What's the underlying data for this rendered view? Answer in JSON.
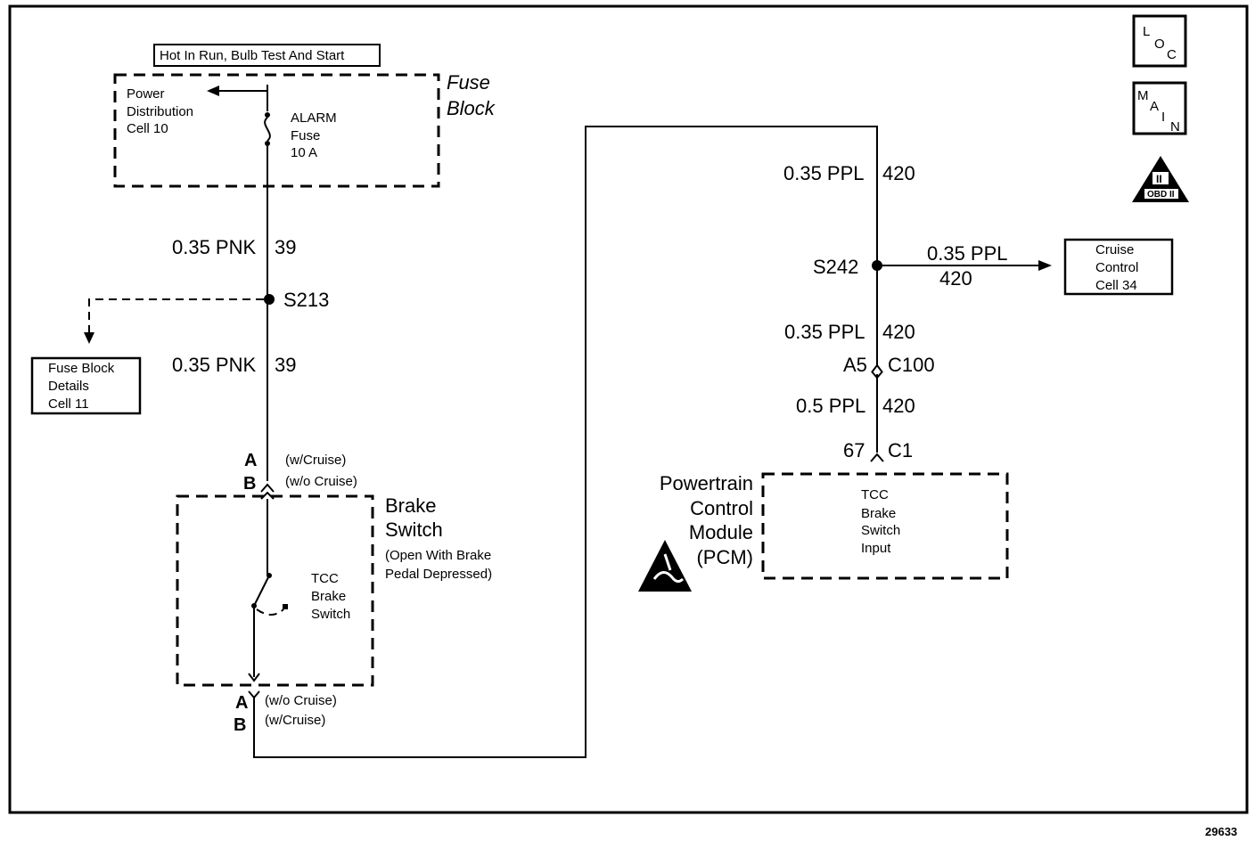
{
  "diagram_number": "29633",
  "nav_icons": {
    "loc": [
      "L",
      "O",
      "C"
    ],
    "main": [
      "M",
      "A",
      "I",
      "N"
    ],
    "obd": {
      "symbol": "II",
      "label": "OBD II"
    }
  },
  "fuse_block": {
    "header": "Hot In Run, Bulb Test And Start",
    "title_line1": "Fuse",
    "title_line2": "Block",
    "power_dist": [
      "Power",
      "Distribution",
      "Cell 10"
    ],
    "fuse": [
      "ALARM",
      "Fuse",
      "10 A"
    ]
  },
  "left_circuit": {
    "wire1_gauge": "0.35 PNK",
    "wire1_num": "39",
    "splice": "S213",
    "wire2_gauge": "0.35 PNK",
    "wire2_num": "39",
    "fuse_details": [
      "Fuse Block",
      "Details",
      "Cell 11"
    ]
  },
  "brake_switch": {
    "conn_top_a": "A",
    "conn_top_b": "B",
    "conn_top_a_note": "(w/Cruise)",
    "conn_top_b_note": "(w/o Cruise)",
    "title_line1": "Brake",
    "title_line2": "Switch",
    "note_line1": "(Open With Brake",
    "note_line2": "Pedal Depressed)",
    "switch_label": [
      "TCC",
      "Brake",
      "Switch"
    ],
    "conn_bot_a": "A",
    "conn_bot_b": "B",
    "conn_bot_a_note": "(w/o Cruise)",
    "conn_bot_b_note": "(w/Cruise)"
  },
  "right_circuit": {
    "wire1_gauge": "0.35 PPL",
    "wire1_num": "420",
    "splice": "S242",
    "branch_gauge": "0.35 PPL",
    "branch_num": "420",
    "cruise_box": [
      "Cruise",
      "Control",
      "Cell 34"
    ],
    "wire2_gauge": "0.35 PPL",
    "wire2_num": "420",
    "c100_pin": "A5",
    "c100": "C100",
    "wire3_gauge": "0.5 PPL",
    "wire3_num": "420",
    "c1_pin": "67",
    "c1": "C1"
  },
  "pcm": {
    "title": [
      "Powertrain",
      "Control",
      "Module",
      "(PCM)"
    ],
    "input_label": [
      "TCC",
      "Brake",
      "Switch",
      "Input"
    ]
  }
}
